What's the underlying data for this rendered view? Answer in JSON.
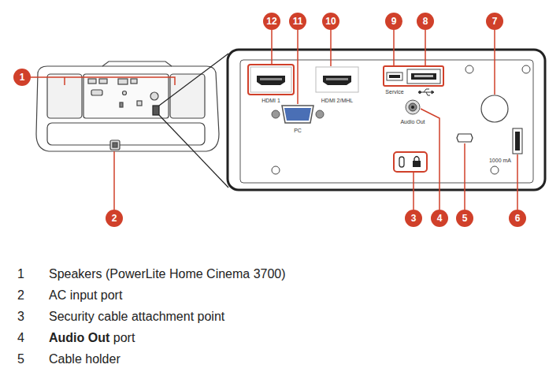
{
  "diagram": {
    "labels": [
      "1",
      "2",
      "3",
      "4",
      "5",
      "6",
      "7",
      "8",
      "9",
      "10",
      "11",
      "12",
      "HDMI 1",
      "PC",
      "HDMI 2/MHL",
      "Service",
      "Audio Out",
      "1000 mA",
      "1",
      "Speakers (PowerLite Home Cinema 3700)",
      "2",
      "AC input port",
      "3",
      "Security cable attachment point",
      "4",
      "Audio Out",
      "port",
      "5",
      "Cable holder"
    ]
  }
}
